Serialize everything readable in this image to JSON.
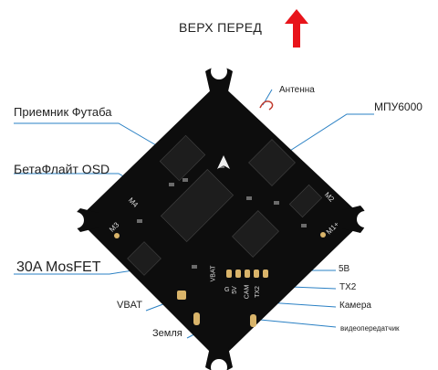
{
  "header": {
    "orientation_label": "ВЕРХ ПЕРЕД"
  },
  "labels": {
    "antenna": "Антенна",
    "futaba_receiver": "Приемник Футаба",
    "mpu": "МПУ6000",
    "osd": "БетаФлайт OSD",
    "mosfet": "30A MosFET",
    "vbat": "VBAT",
    "ground": "Земля",
    "v5": "5В",
    "tx2": "TX2",
    "camera": "Камера",
    "vtx": "видеопередатчик"
  },
  "board": {
    "silkscreen_motors": [
      "M4",
      "M3",
      "M1+",
      "M2"
    ],
    "silkscreen_pads": [
      "VBAT",
      "G",
      "5V",
      "CAM",
      "TX2"
    ]
  },
  "colors": {
    "arrow": "#e8141b",
    "leader_line": "#2a80c4",
    "board": "#0d0d0d",
    "pad": "#d9b46a"
  }
}
